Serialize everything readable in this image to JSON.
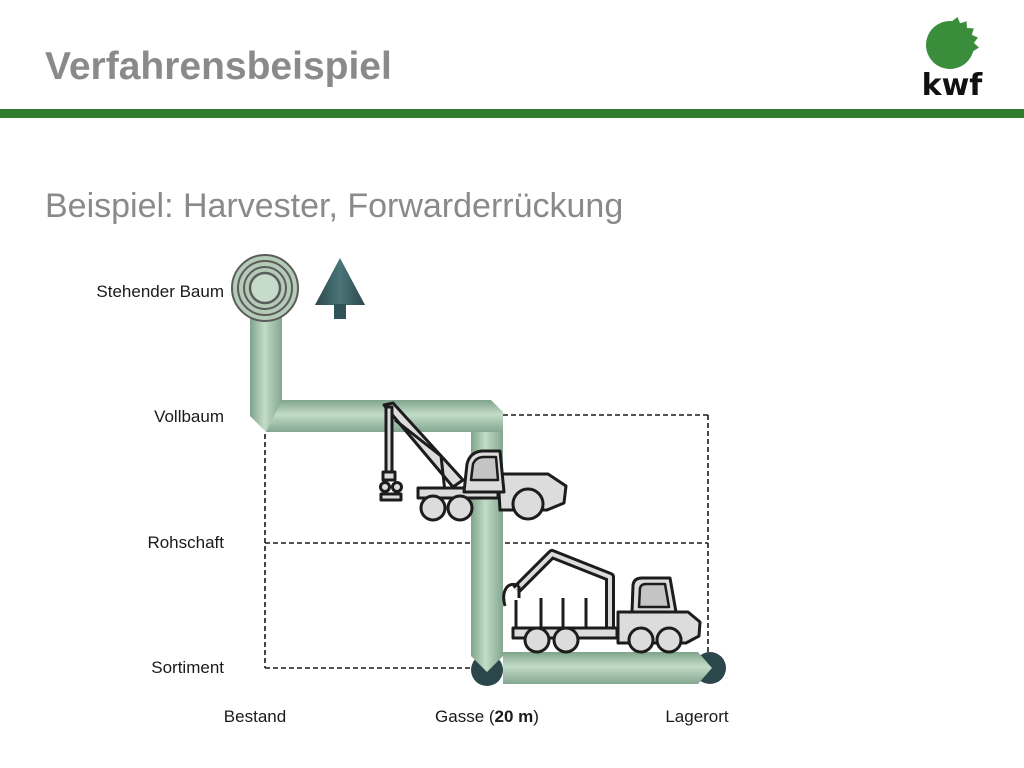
{
  "slide": {
    "title": "Verfahrensbeispiel",
    "subtitle": "Beispiel: Harvester, Forwarderrückung"
  },
  "logo": {
    "text": "kwf",
    "icon": "kwf-logo-icon"
  },
  "diagram": {
    "rows": [
      "Stehender Baum",
      "Vollbaum",
      "Rohschaft",
      "Sortiment"
    ],
    "columns": [
      {
        "label": "Bestand"
      },
      {
        "prefix": "Gasse (",
        "emphasis": "20 m",
        "suffix": ")"
      },
      {
        "label": "Lagerort"
      }
    ],
    "icons": {
      "standing_tree": "tree-rings-icon",
      "tree": "conifer-tree-icon",
      "felling_machine": "harvester-icon",
      "extraction_machine": "forwarder-icon"
    }
  },
  "colors": {
    "title_text": "#8a8a8a",
    "accent_bar": "#2f7d2c",
    "logo_green": "#3a8e3b",
    "label_text": "#1a1a1a",
    "flow_path": "#a9c9b1",
    "flow_node": "#2c474c",
    "tree_icon": "#2f5357",
    "machine_fill": "#dcdcdc",
    "machine_outline": "#1c1c1c"
  }
}
